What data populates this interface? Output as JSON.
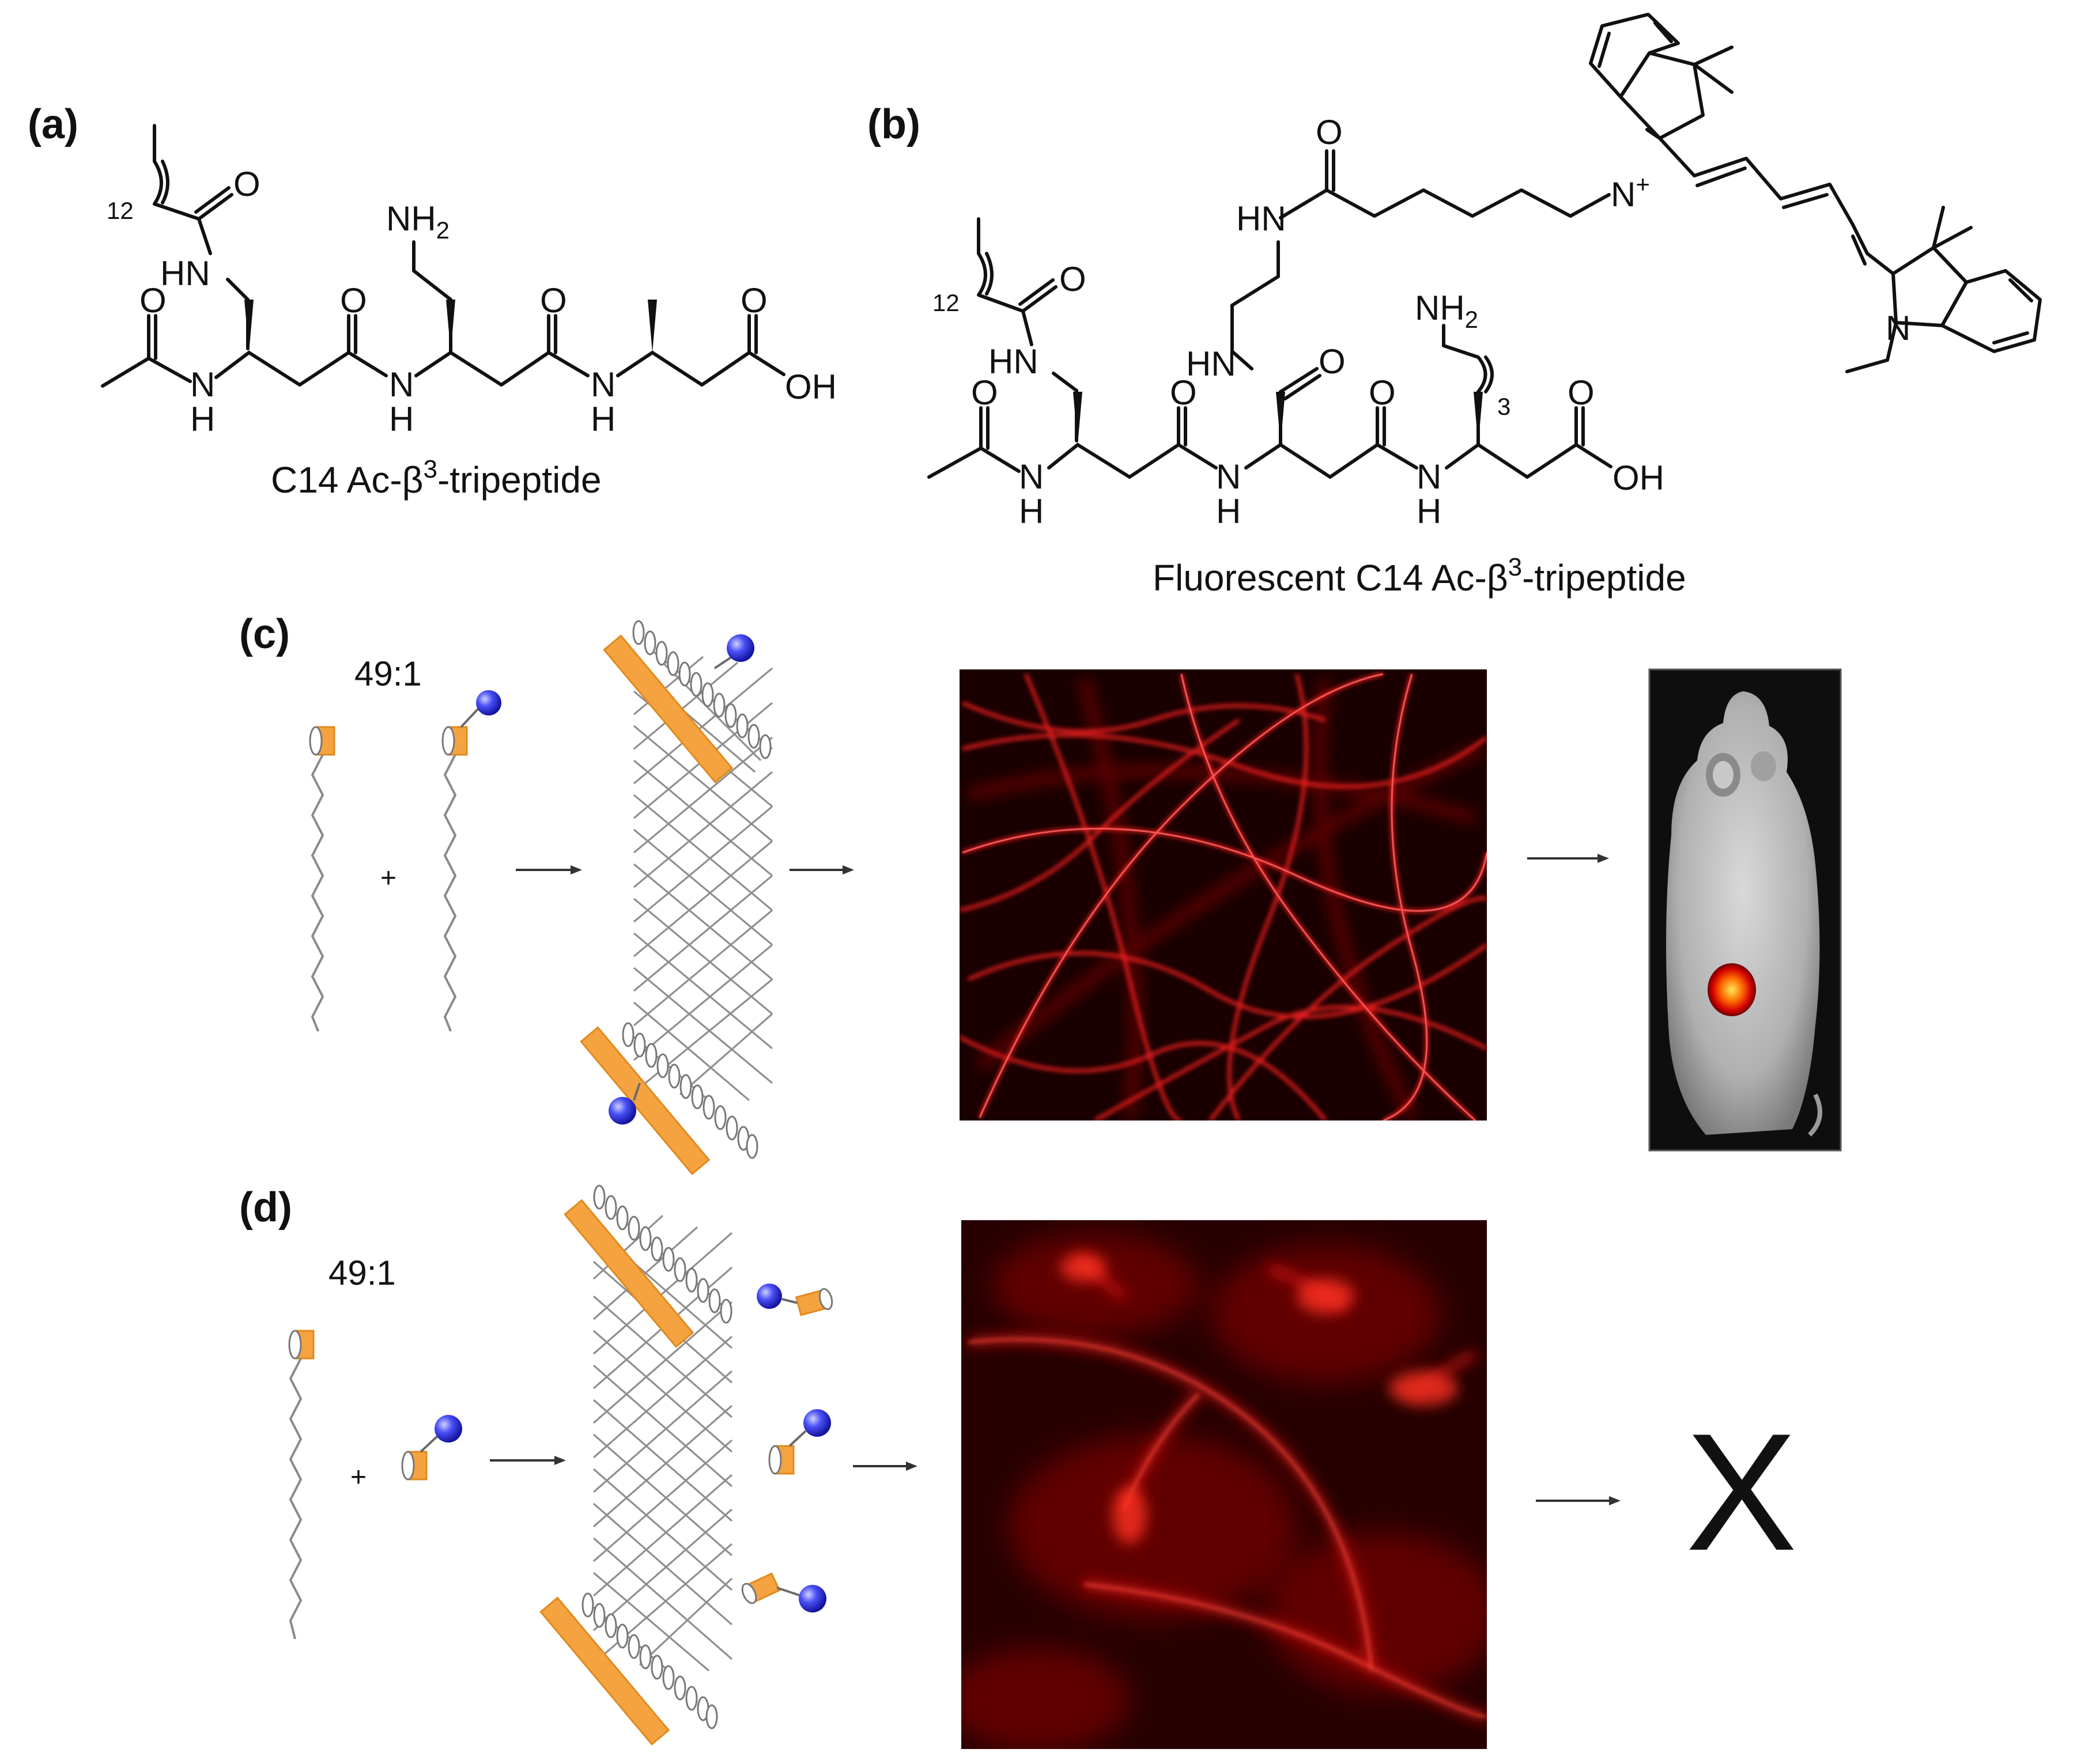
{
  "panels": {
    "a": {
      "label": "(a)",
      "caption_main": "C14 Ac-β",
      "caption_sup": "3",
      "caption_tail": "-tripeptide",
      "atoms": {
        "n12": "12",
        "o1": "O",
        "hn1": "HN",
        "nh2": "NH",
        "nh2_sub": "2",
        "o2": "O",
        "o3": "O",
        "o4": "O",
        "o5": "O",
        "n1": "N",
        "h1": "H",
        "n2": "N",
        "h2": "H",
        "n3": "N",
        "h3": "H",
        "oh": "OH"
      }
    },
    "b": {
      "label": "(b)",
      "caption_main": "Fluorescent C14 Ac-β",
      "caption_sup": "3",
      "caption_tail": "-tripeptide",
      "atoms": {
        "n12": "12",
        "o_top": "O",
        "hn_top": "HN",
        "n_plus": "N",
        "plus": "+",
        "o1": "O",
        "hn1": "HN",
        "hn2": "HN",
        "o2": "O",
        "nh2": "NH",
        "nh2_sub": "2",
        "sub3": "3",
        "o3": "O",
        "o4": "O",
        "o5": "O",
        "o6": "O",
        "n1": "N",
        "h1": "H",
        "n2": "N",
        "h2": "H",
        "n3": "N",
        "h3": "H",
        "oh": "OH",
        "n_lower": "N"
      }
    },
    "c": {
      "label": "(c)",
      "ratio": "49:1",
      "plus": "+"
    },
    "d": {
      "label": "(d)",
      "ratio": "49:1",
      "plus": "+",
      "result": "X"
    }
  },
  "colors": {
    "headgroup": "#f4a340",
    "fluorophore": "#3a3ff0",
    "fluorescence": "#e01010",
    "mouse_hotspot": "#ffcc00"
  },
  "icons": [
    "peptide-monomer",
    "fluorophore-sphere",
    "nanofibre-bilayer",
    "fluorescence-micrograph",
    "mouse-in-vivo-image"
  ]
}
